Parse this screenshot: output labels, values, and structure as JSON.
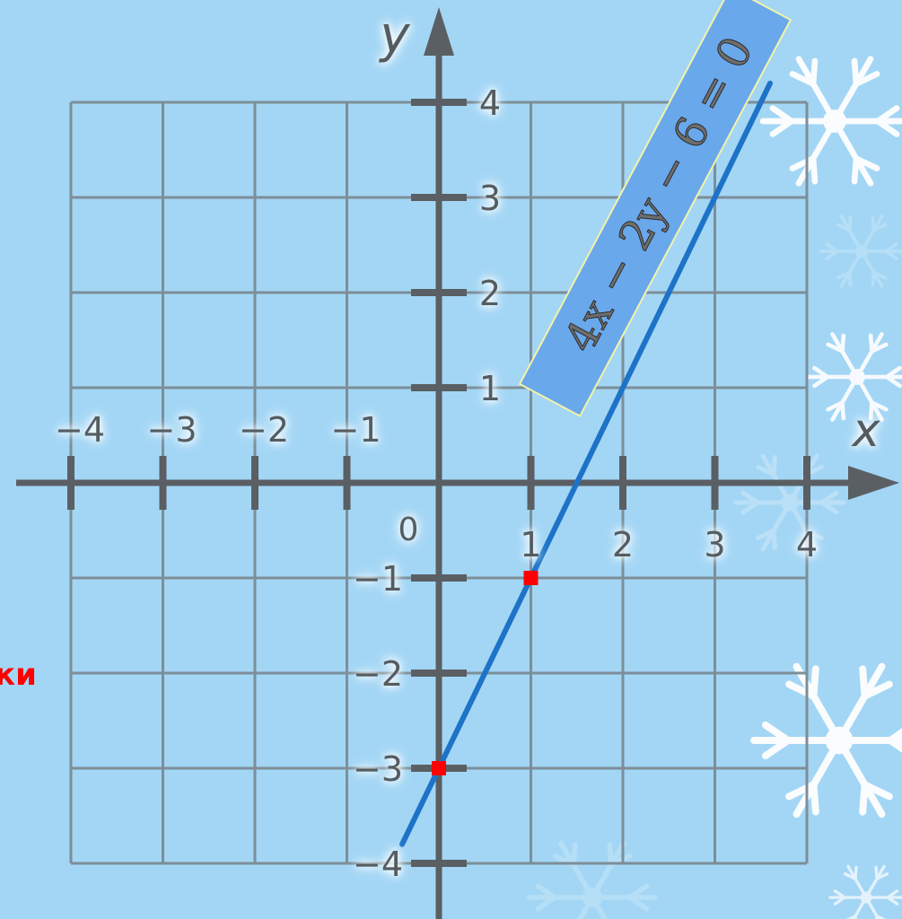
{
  "side_text": "ки",
  "equation_label": "4x − 2y − 6 = 0",
  "colors": {
    "background": "#a3d6f5",
    "grid": "#7d8e98",
    "axis": "#5a5f63",
    "line": "#1e73c8",
    "point": "#ff0000",
    "banner": "#6aa8ec"
  },
  "chart_data": {
    "type": "line",
    "xlabel": "x",
    "ylabel": "y",
    "origin_label": "0",
    "xlim": [
      -4,
      4
    ],
    "ylim": [
      -4,
      4
    ],
    "grid": true,
    "x_ticks": [
      {
        "value": -4,
        "label": "−4"
      },
      {
        "value": -3,
        "label": "−3"
      },
      {
        "value": -2,
        "label": "−2"
      },
      {
        "value": -1,
        "label": "−1"
      },
      {
        "value": 1,
        "label": "1"
      },
      {
        "value": 2,
        "label": "2"
      },
      {
        "value": 3,
        "label": "3"
      },
      {
        "value": 4,
        "label": "4"
      }
    ],
    "y_ticks": [
      {
        "value": 4,
        "label": "4"
      },
      {
        "value": 3,
        "label": "3"
      },
      {
        "value": 2,
        "label": "2"
      },
      {
        "value": 1,
        "label": "1"
      },
      {
        "value": -1,
        "label": "−1"
      },
      {
        "value": -2,
        "label": "−2"
      },
      {
        "value": -3,
        "label": "−3"
      },
      {
        "value": -4,
        "label": "−4"
      }
    ],
    "line": {
      "slope": 2,
      "intercept": -3,
      "x_range": [
        -0.4,
        3.6
      ]
    },
    "points": [
      {
        "x": 0,
        "y": -3
      },
      {
        "x": 1,
        "y": -1
      }
    ]
  }
}
